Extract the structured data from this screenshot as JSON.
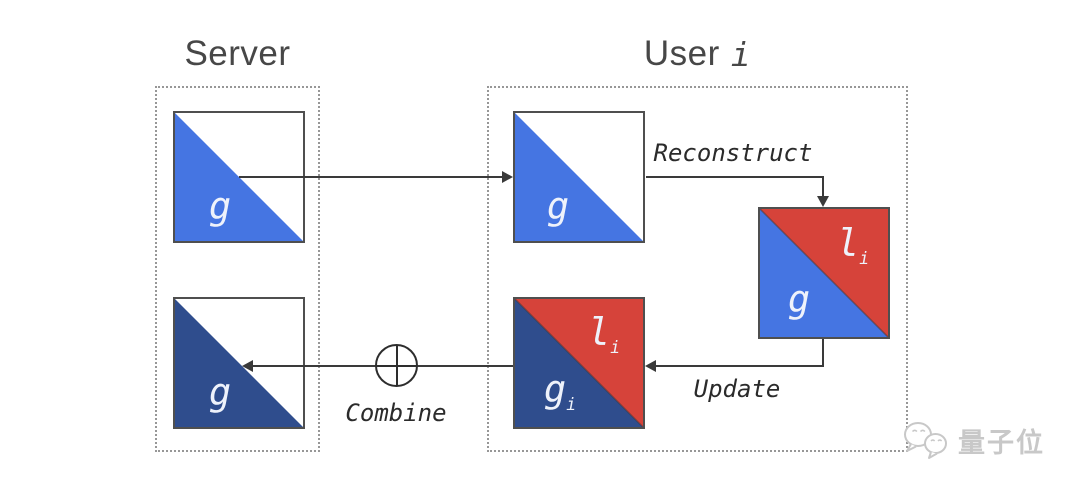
{
  "titles": {
    "server": "Server",
    "user": "User",
    "user_index": "i"
  },
  "flow_labels": {
    "reconstruct": "Reconstruct",
    "update": "Update",
    "combine": "Combine"
  },
  "blocks": {
    "server_global": {
      "label": "g"
    },
    "server_combined": {
      "label": "g"
    },
    "user_global": {
      "label": "g"
    },
    "user_reconstructed": {
      "global": "g",
      "local": "l",
      "local_sub": "i"
    },
    "user_update": {
      "global": "g",
      "global_sub": "i",
      "local": "l",
      "local_sub": "i"
    }
  },
  "icons": {
    "combine_operator": "circled-plus-icon",
    "watermark_logo": "wechat-chat-bubbles-icon"
  },
  "watermark": {
    "text": "量子位"
  },
  "colors": {
    "blue": "#4575e2",
    "navy": "#2f4d8d",
    "red": "#d6433a",
    "line": "#3a3a3a",
    "box-border": "#4f4f4f",
    "dash": "#979797",
    "title": "#474747",
    "label-text": "#2b2b2b",
    "watermark": "#c8c8c8"
  }
}
